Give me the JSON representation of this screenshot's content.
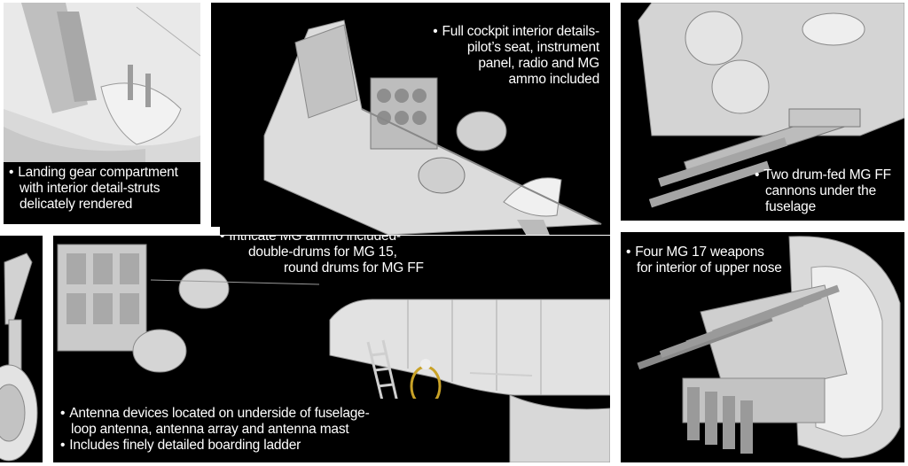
{
  "captions": {
    "landing_gear": {
      "lines": [
        "Landing gear compartment",
        "with interior detail-struts",
        "delicately rendered"
      ]
    },
    "cockpit": {
      "lines": [
        "Full cockpit interior details-",
        "pilot’s seat, instrument",
        "panel, radio and MG",
        "ammo included"
      ]
    },
    "mg_ff": {
      "lines": [
        "Two drum-fed MG FF",
        "cannons under the",
        "fuselage"
      ]
    },
    "ammo": {
      "lines": [
        "Intricate MG ammo included-",
        "double-drums for MG 15,",
        "round drums for MG FF"
      ]
    },
    "mg17": {
      "lines": [
        "Four MG 17 weapons",
        "for interior of upper nose"
      ]
    },
    "antenna": {
      "lines": [
        "Antenna devices located on underside of fuselage-",
        "loop antenna, antenna array and antenna mast"
      ]
    },
    "ladder": {
      "lines": [
        "Includes finely detailed boarding ladder"
      ]
    }
  },
  "colors": {
    "panel_bg": "#000000",
    "page_bg": "#ffffff",
    "model_light": "#e6e6e6",
    "model_mid": "#bdbdbd",
    "model_dark": "#8a8a8a",
    "antenna_loop": "#c9a227"
  }
}
